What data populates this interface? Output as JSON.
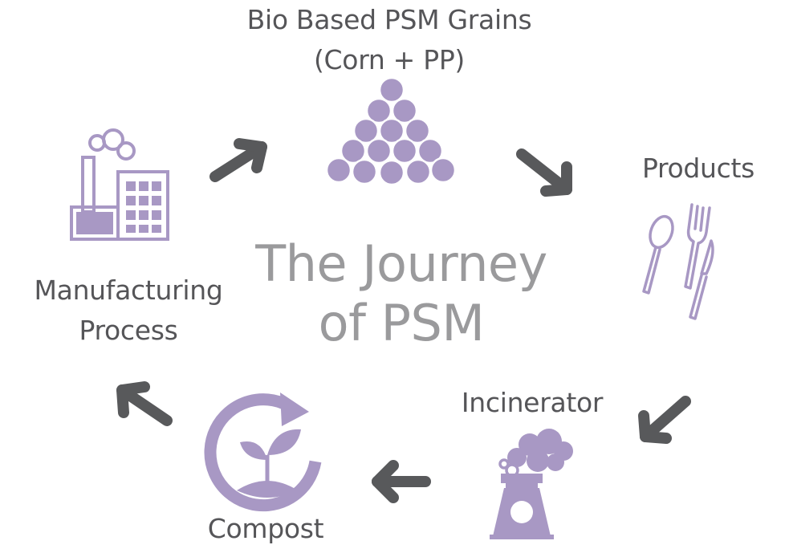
{
  "title": {
    "line1": "The Journey",
    "line2": "of PSM"
  },
  "stages": {
    "grains": {
      "line1": "Bio Based PSM Grains",
      "line2": "(Corn + PP)"
    },
    "products": {
      "label": "Products"
    },
    "incinerator": {
      "label": "Incinerator"
    },
    "compost": {
      "label": "Compost"
    },
    "manufacturing": {
      "line1": "Manufacturing",
      "line2": "Process"
    }
  },
  "colors": {
    "icon": "#a898c4",
    "arrow": "#58595b",
    "label": "#555558",
    "title": "#9a9a9c"
  },
  "icons": {
    "grains": "grain-pile-icon",
    "products": "cutlery-icon",
    "incinerator": "incinerator-icon",
    "compost": "compost-cycle-icon",
    "manufacturing": "factory-icon"
  }
}
